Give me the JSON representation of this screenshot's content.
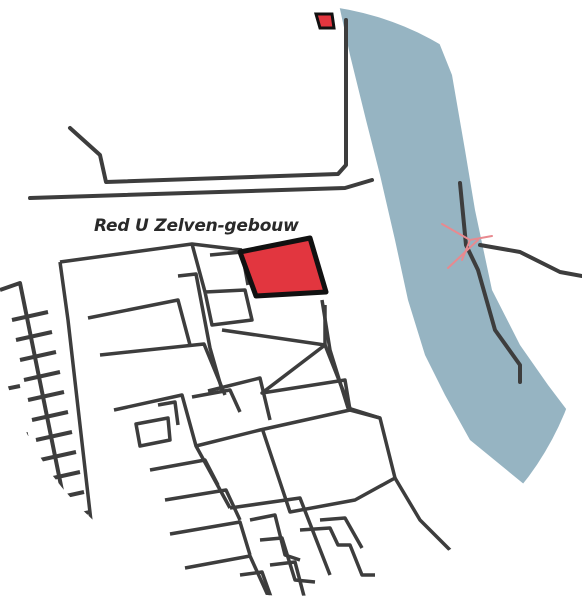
{
  "map": {
    "highlighted_building_label": "Red U Zelven-gebouw",
    "colors": {
      "background": "#ffffff",
      "river": "#96b4c2",
      "highlight_fill": "#e2363f",
      "highlight_outline": "#111111",
      "parcel_lines": "#3d3d3d",
      "marker": "#e8898f"
    },
    "features": [
      "river",
      "parcel-outlines",
      "street-edges",
      "highlighted-building",
      "marker"
    ]
  }
}
